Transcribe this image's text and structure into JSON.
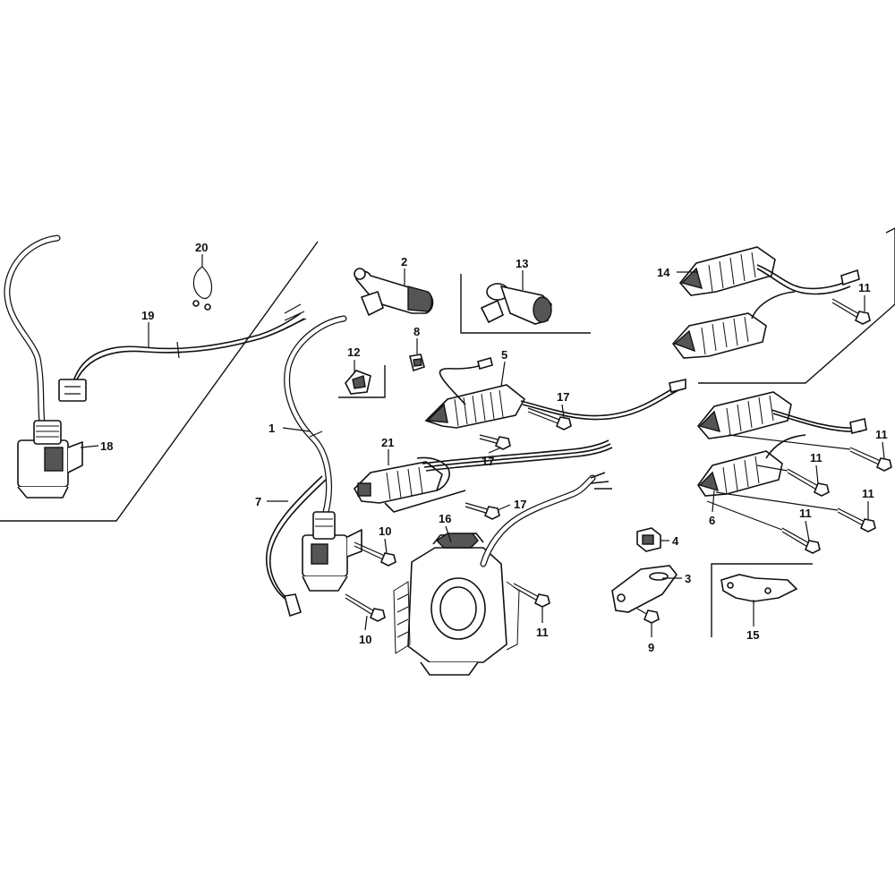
{
  "callouts": {
    "c1": "1",
    "c2": "2",
    "c3": "3",
    "c4": "4",
    "c5": "5",
    "c6": "6",
    "c7": "7",
    "c8": "8",
    "c9": "9",
    "c10a": "10",
    "c10b": "10",
    "c11a": "11",
    "c11b": "11",
    "c11c": "11",
    "c11d": "11",
    "c11e": "11",
    "c11f": "11",
    "c12": "12",
    "c13": "13",
    "c14": "14",
    "c15": "15",
    "c16": "16",
    "c17a": "17",
    "c17b": "17",
    "c17c": "17",
    "c18": "18",
    "c19": "19",
    "c20": "20",
    "c21": "21"
  },
  "colors": {
    "line": "#111111",
    "background": "#ffffff",
    "shade": "#555555"
  }
}
